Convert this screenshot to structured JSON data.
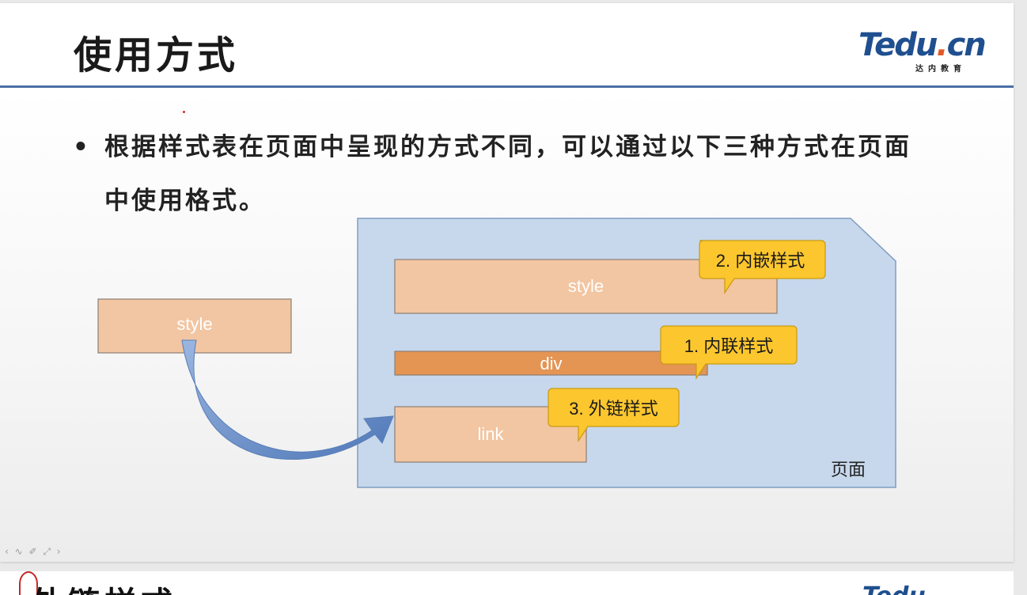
{
  "slide": {
    "title": "使用方式",
    "logo": {
      "main": "Tedu",
      "dot": ".",
      "suffix": "cn",
      "sub": "达内教育"
    },
    "bullet_marker": "•",
    "bullet_text": "根据样式表在页面中呈现的方式不同，可以通过以下三种方式在页面中使用格式。"
  },
  "diagram": {
    "external_box_label": "style",
    "page_label": "页面",
    "embedded_bar_label": "style",
    "inline_bar_label": "div",
    "link_bar_label": "link",
    "callouts": {
      "embedded": "2. 内嵌样式",
      "inline": "1. 内联样式",
      "external": "3. 外链样式"
    },
    "colors": {
      "page_fill": "#c7d8ec",
      "page_stroke": "#7f9cc2",
      "box_fill": "#f2c6a2",
      "box_stroke": "#8c7f76",
      "inline_fill": "#e49453",
      "callout_fill": "#fcc62e",
      "callout_stroke": "#c99a12",
      "arrow_fill": "#6b8fca"
    }
  },
  "toolbar": {
    "icons": "‹ ∿ ✐ ⤢ ›"
  },
  "next_slide": {
    "partial_title": "外链样式",
    "logo_partial": "Tedu"
  }
}
